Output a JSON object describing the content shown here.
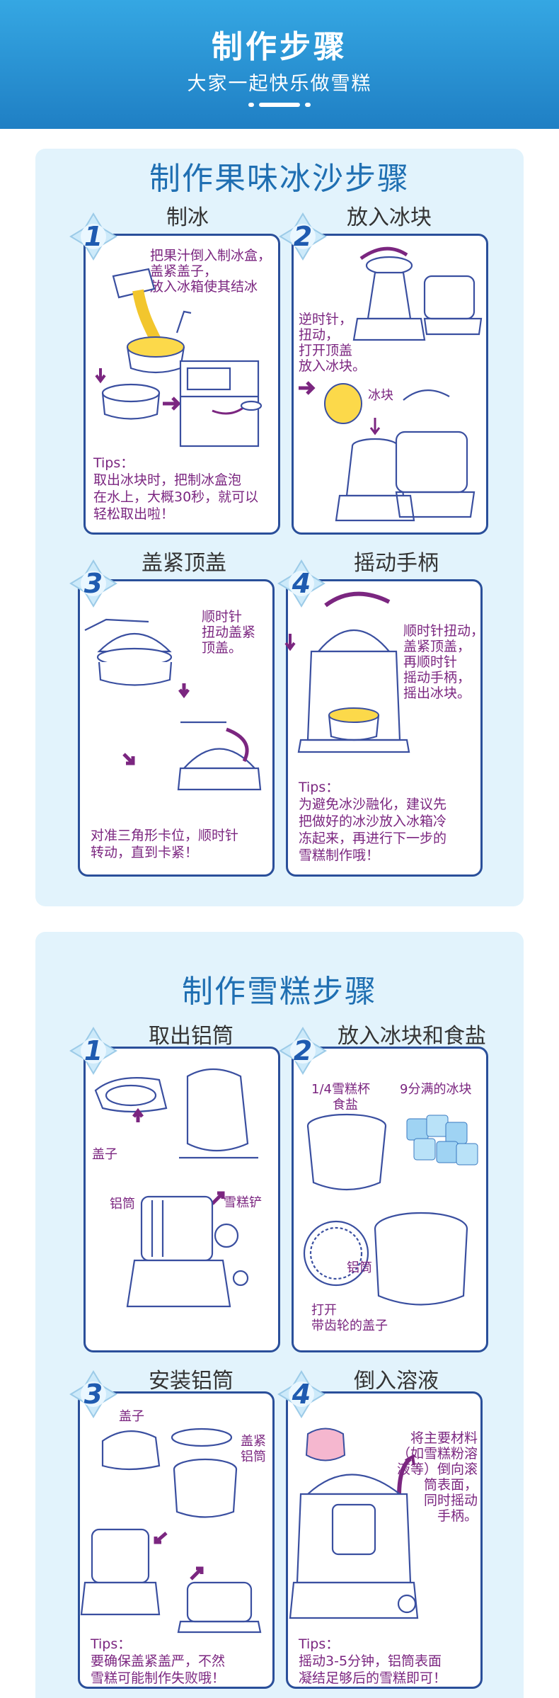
{
  "header": {
    "title": "制作步骤",
    "subtitle": "大家一起快乐做雪糕"
  },
  "sections": [
    {
      "title": "制作果味冰沙步骤",
      "steps": [
        {
          "num": "1",
          "title": "制冰",
          "note": [
            "把果汁倒入制冰盒，",
            "盖紧盖子，",
            "放入冰箱使其结冰"
          ],
          "tips": [
            "Tips：",
            "取出冰块时，把制冰盒泡",
            "在水上，大概30秒，就可以",
            "轻松取出啦！"
          ]
        },
        {
          "num": "2",
          "title": "放入冰块",
          "note": [
            "逆时针，",
            "扭动，",
            "打开顶盖",
            "放入冰块。"
          ],
          "label": "冰块"
        },
        {
          "num": "3",
          "title": "盖紧顶盖",
          "note": [
            "顺时针",
            "扭动盖紧",
            "顶盖。"
          ],
          "tips": [
            "对准三角形卡位，顺时针",
            "转动，直到卡紧！"
          ]
        },
        {
          "num": "4",
          "title": "摇动手柄",
          "note": [
            "顺时针扭动，",
            "盖紧顶盖，",
            "再顺时针",
            "摇动手柄，",
            "摇出冰块。"
          ],
          "tips": [
            "Tips：",
            "为避免冰沙融化，建议先",
            "把做好的冰沙放入冰箱冷",
            "冻起来，再进行下一步的",
            "雪糕制作哦！"
          ]
        }
      ]
    },
    {
      "title": "制作雪糕步骤",
      "steps": [
        {
          "num": "1",
          "title": "取出铝筒",
          "labels": [
            "盖子",
            "铝筒",
            "雪糕铲"
          ]
        },
        {
          "num": "2",
          "title": "放入冰块和食盐",
          "labels": [
            "1/4雪糕杯",
            "食盐",
            "9分满的冰块",
            "铝筒",
            "打开",
            "带齿轮的盖子"
          ]
        },
        {
          "num": "3",
          "title": "安装铝筒",
          "labels": [
            "盖子",
            "盖紧",
            "铝筒"
          ],
          "tips": [
            "Tips：",
            "要确保盖紧盖严，不然",
            "雪糕可能制作失败哦！"
          ]
        },
        {
          "num": "4",
          "title": "倒入溶液",
          "note": [
            "将主要材料",
            "（如雪糕粉溶",
            "液等）倒向滚",
            "筒表面，",
            "同时摇动",
            "手柄。"
          ],
          "tips": [
            "Tips：",
            "摇动3-5分钟，铝筒表面",
            "凝结足够后的雪糕即可！"
          ]
        }
      ]
    }
  ],
  "colors": {
    "header": "#2a8fd3",
    "panel": "#e2f3fc",
    "title": "#1f6fb2",
    "card_border": "#2a4f9a",
    "note": "#7b2680"
  }
}
